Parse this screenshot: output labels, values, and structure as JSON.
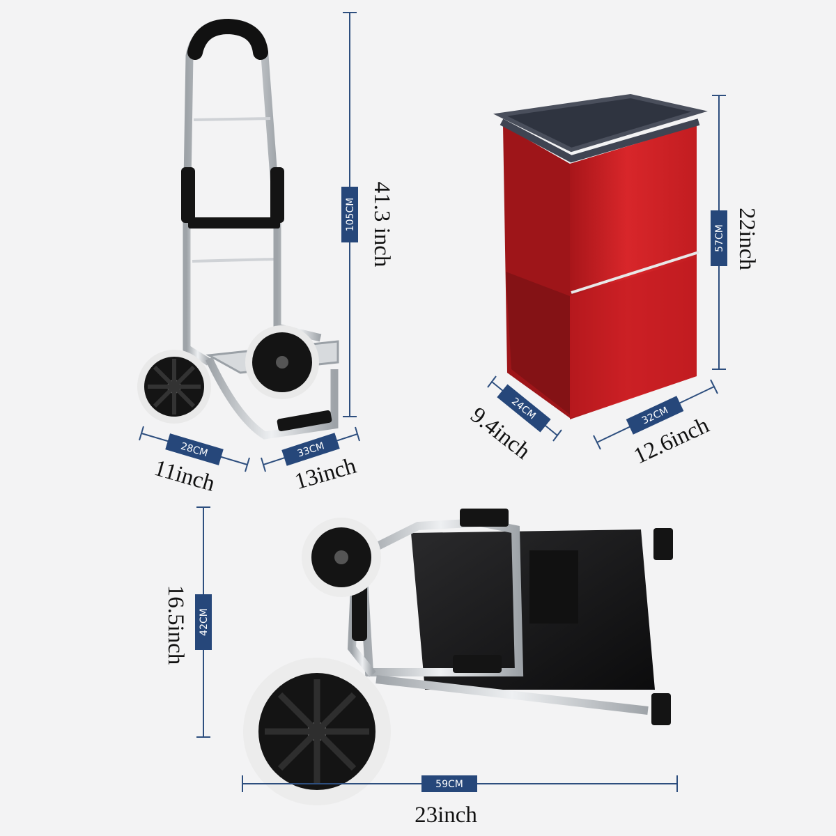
{
  "colors": {
    "dimension_line": "#2d4e7e",
    "tag_fill": "#26477a",
    "tag_text": "#ffffff",
    "bag_red": "#d11f22",
    "frame_silver": "#c9ccd0",
    "black": "#141414"
  },
  "dimensions": {
    "height_cm": "105CM",
    "height_inch": "41.3 inch",
    "width_cm": "28CM",
    "width_inch": "11inch",
    "base_depth_cm": "33CM",
    "base_depth_inch": "13inch",
    "bag_height_cm": "57CM",
    "bag_height_inch": "22inch",
    "bag_depth_cm": "24CM",
    "bag_depth_inch": "9.4inch",
    "bag_width_cm": "32CM",
    "bag_width_inch": "12.6inch",
    "folded_height_cm": "42CM",
    "folded_height_inch": "16.5inch",
    "folded_length_cm": "59CM",
    "folded_length_inch": "23inch"
  }
}
